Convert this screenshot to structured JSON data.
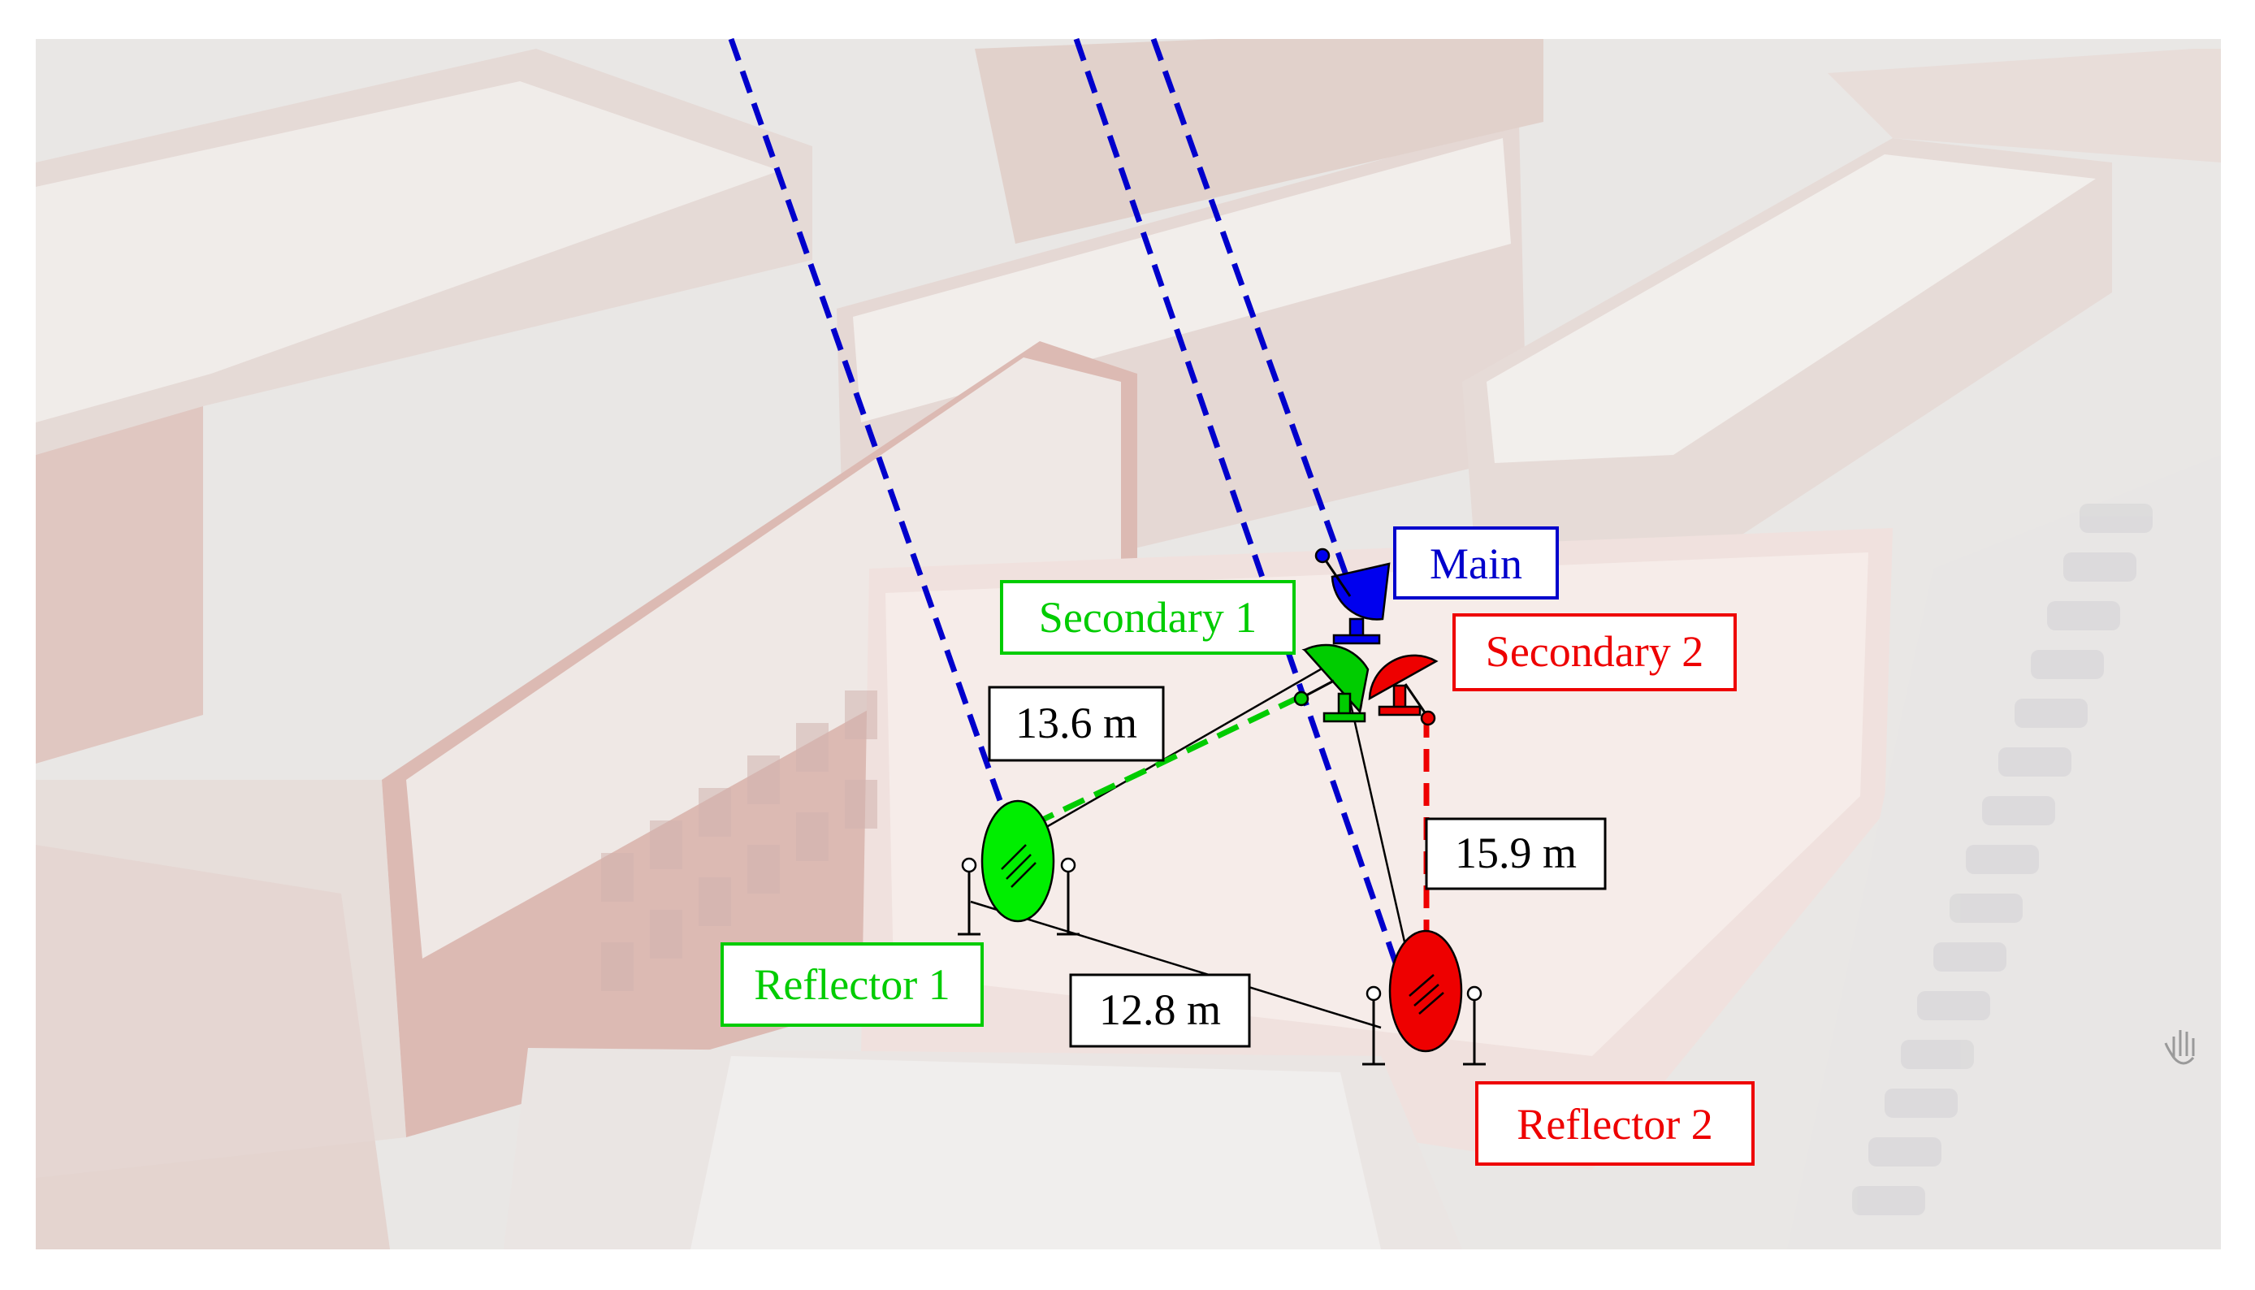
{
  "labels": {
    "main": "Main",
    "secondary1": "Secondary 1",
    "secondary2": "Secondary 2",
    "reflector1": "Reflector 1",
    "reflector2": "Reflector 2"
  },
  "distances": {
    "sec1_ref1": "13.6 m",
    "ref1_ref2": "12.8 m",
    "sec2_ref2": "15.9 m"
  },
  "colors": {
    "main": "#0000cc",
    "secondary1": "#00cc00",
    "secondary2": "#ee0000",
    "reflector1": "#00ee00",
    "reflector2": "#ee0000",
    "link": "#000000"
  },
  "icons": {
    "main_antenna": "satellite-dish-icon",
    "secondary_antenna": "satellite-dish-icon",
    "reflector": "reflector-panel-icon",
    "hand": "hand-icon"
  }
}
